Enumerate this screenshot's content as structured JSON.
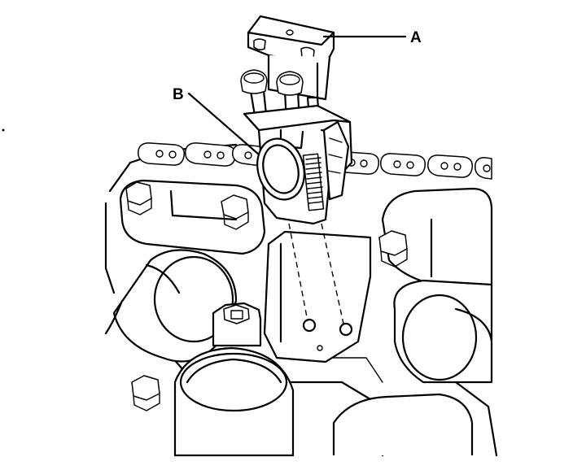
{
  "callouts": {
    "a": "A",
    "b": "B"
  },
  "icons": [
    "cam-chain-holder-tool",
    "chain-tensioner-bolt",
    "camshaft",
    "bearing-cap"
  ],
  "colors": {
    "line": "#000000",
    "background": "#ffffff"
  }
}
